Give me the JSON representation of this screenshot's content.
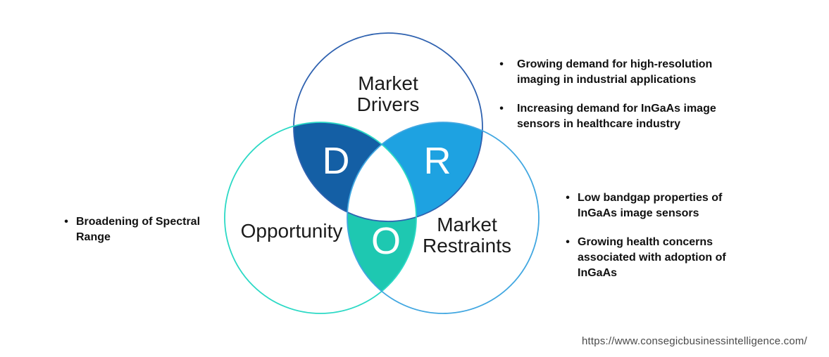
{
  "diagram": {
    "circles": {
      "drivers": {
        "label": "Market Drivers",
        "letter": "D"
      },
      "restraints": {
        "label": "Market Restraints",
        "letter": "R"
      },
      "opportunity": {
        "label": "Opportunity",
        "letter": "O"
      }
    },
    "colors": {
      "drivers_fill": "#145FA5",
      "restraints_fill": "#1EA2E1",
      "opportunity_fill": "#1EC8B1",
      "drivers_stroke": "#2F62B0",
      "restraints_stroke": "#41A7E1",
      "opportunity_stroke": "#2BD9C5",
      "center_fill": "#FFFFFF"
    }
  },
  "bullets": {
    "drivers": [
      "Growing demand for high-resolution imaging in industrial applications",
      "Increasing demand for InGaAs image sensors in healthcare industry"
    ],
    "restraints": [
      "Low bandgap properties of InGaAs image sensors",
      "Growing health concerns associated with adoption of InGaAs"
    ],
    "opportunity": [
      "Broadening of Spectral Range"
    ]
  },
  "footer": {
    "url": "https://www.consegicbusinessintelligence.com/"
  }
}
